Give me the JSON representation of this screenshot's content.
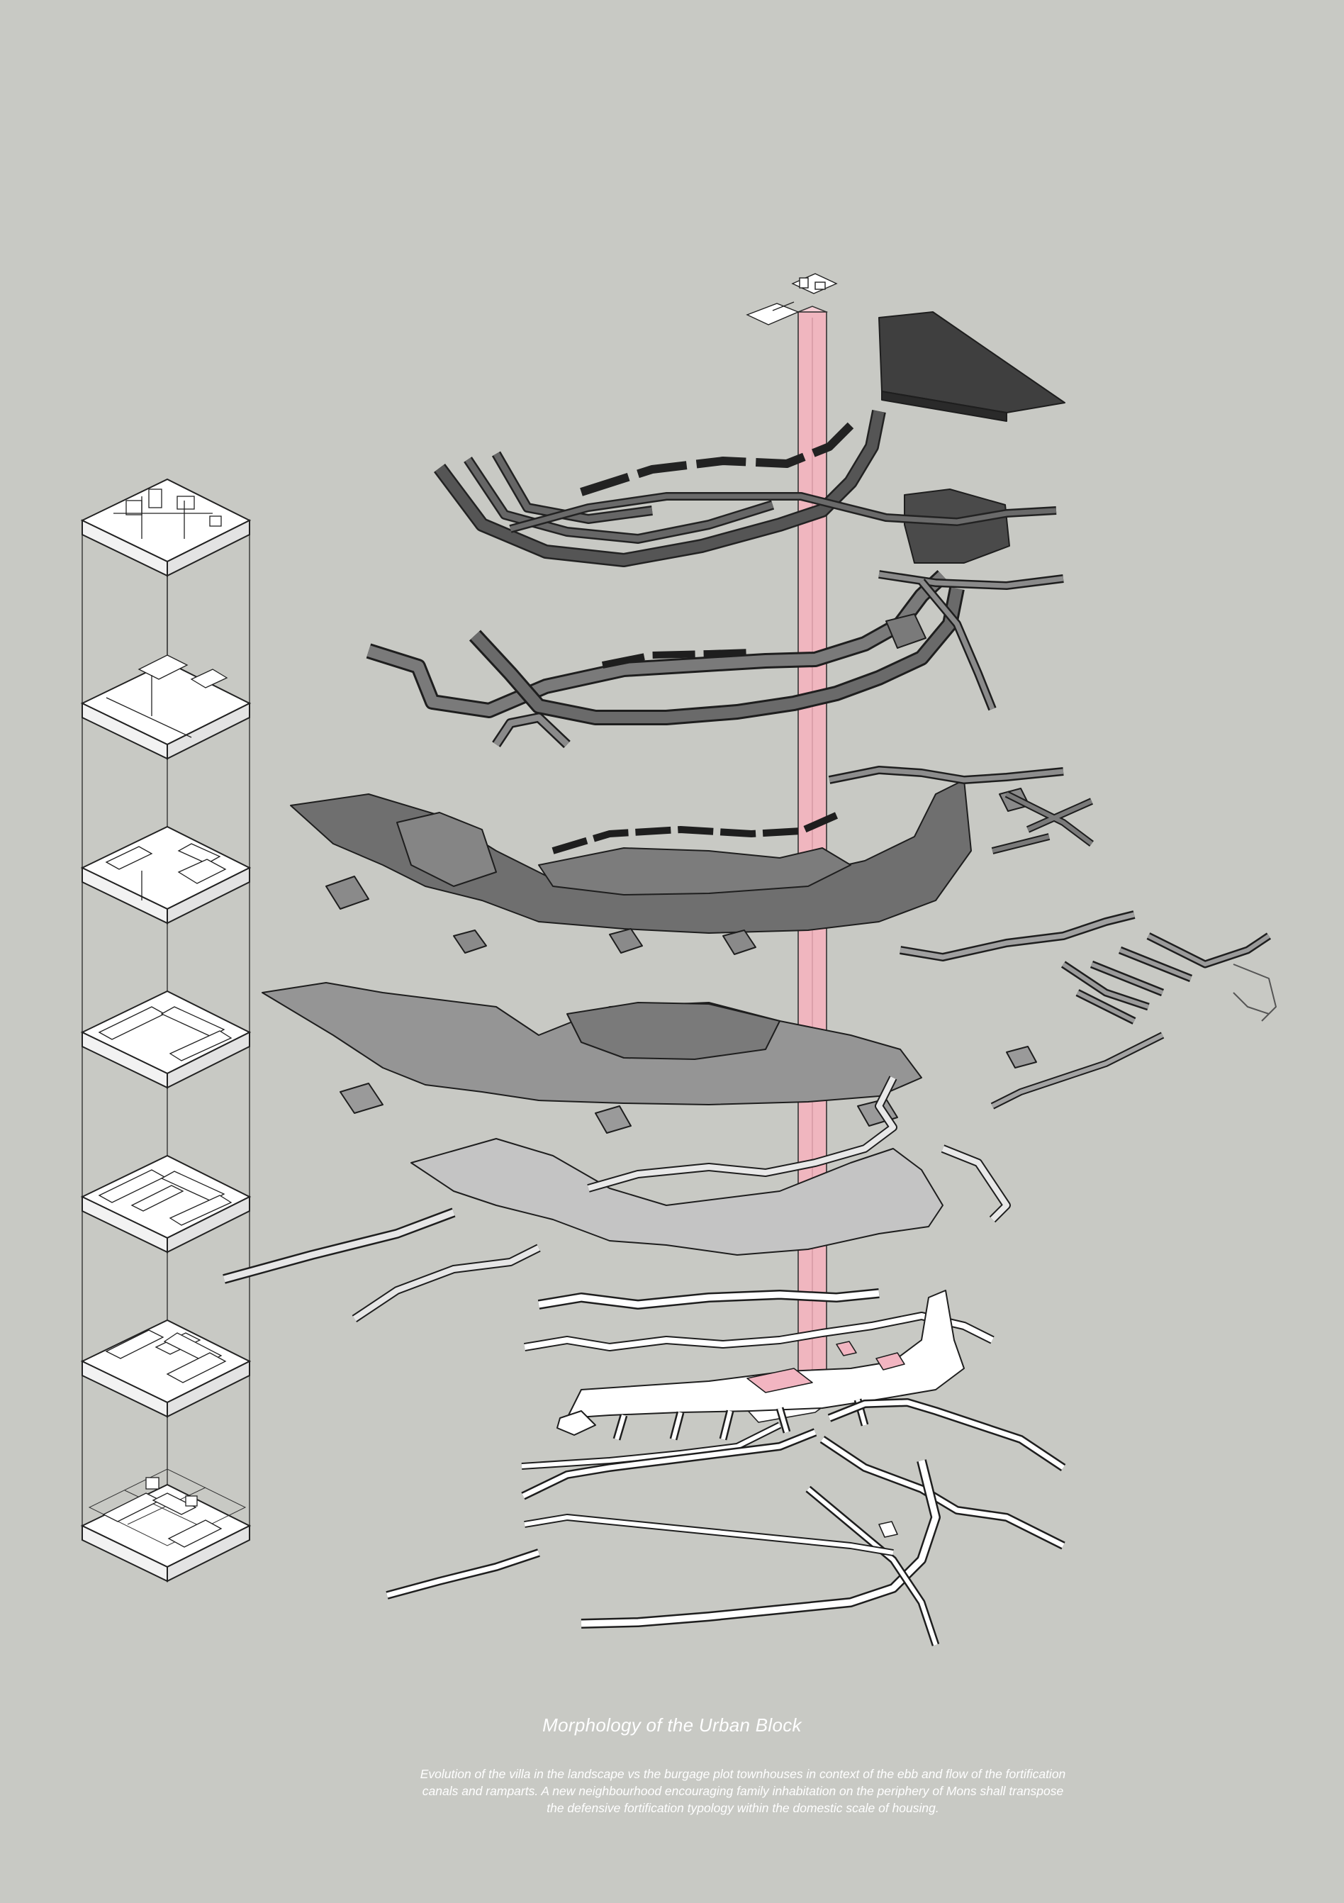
{
  "title": "Morphology of the Urban Block",
  "caption": [
    "Evolution of the villa in the landscape vs the burgage plot townhouses in context of the ebb and flow of the fortification",
    "canals and ramparts. A new neighbourhood encouraging family inhabitation on the periphery of Mons shall transpose",
    "the defensive fortification typology within the domestic scale of housing."
  ],
  "colors": {
    "background": "#c8c9c4",
    "dark_layer": "#3f3f3f",
    "mid_layer": "#6e6e6e",
    "light_layer": "#9a9a9a",
    "white_layer": "#ffffff",
    "axis_pink": "#f0b6bf",
    "outline": "#1e1e1e",
    "caption_text": "#ffffff"
  },
  "block_stack": {
    "count": 7
  }
}
